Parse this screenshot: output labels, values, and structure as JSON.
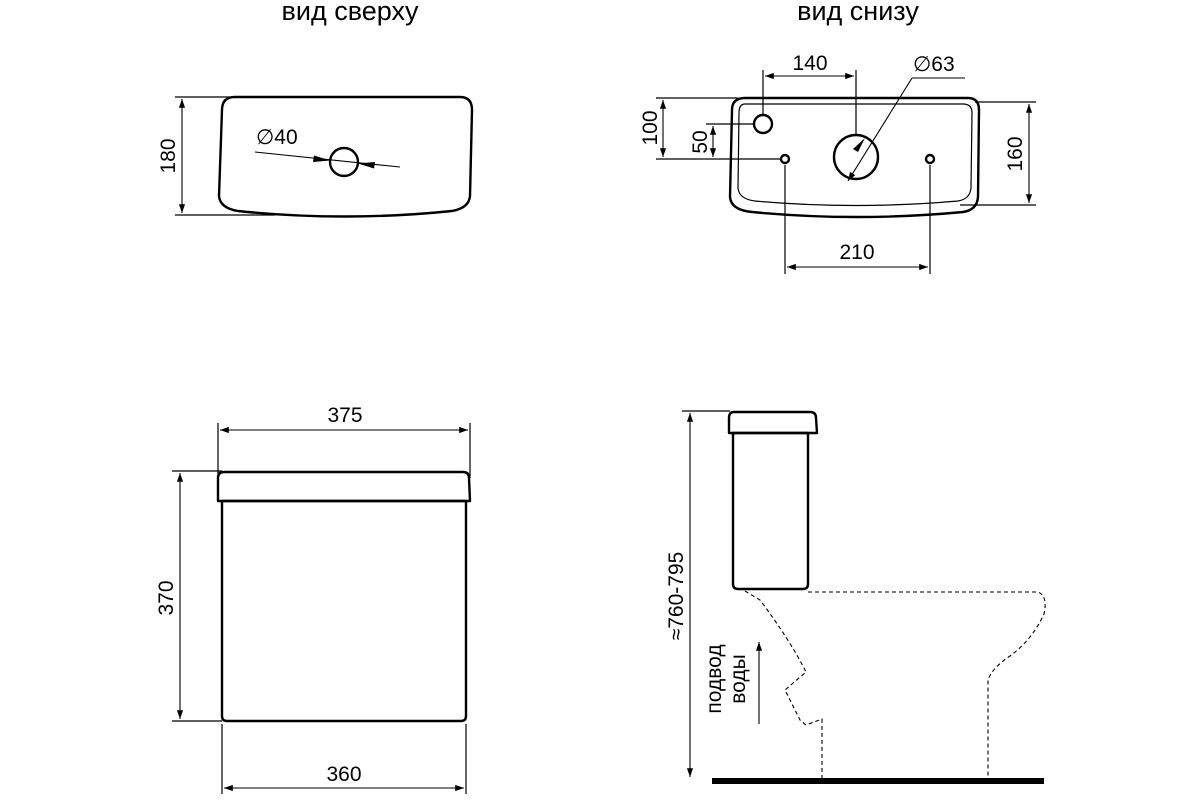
{
  "views": {
    "top_title": "вид сверху",
    "bottom_title": "вид снизу"
  },
  "top_view": {
    "height_dim": "180",
    "hole_diameter": "∅40"
  },
  "bottom_view": {
    "spacing_140": "140",
    "hole_diameter": "∅63",
    "dim_100": "100",
    "dim_50": "50",
    "dim_160": "160",
    "dim_210": "210"
  },
  "front_view": {
    "width_top": "375",
    "width_bottom": "360",
    "height": "370"
  },
  "side_view": {
    "total_height": "≈760-795",
    "water_supply_line1": "подвод",
    "water_supply_line2": "воды"
  },
  "colors": {
    "line": "#000000",
    "background": "#ffffff"
  }
}
